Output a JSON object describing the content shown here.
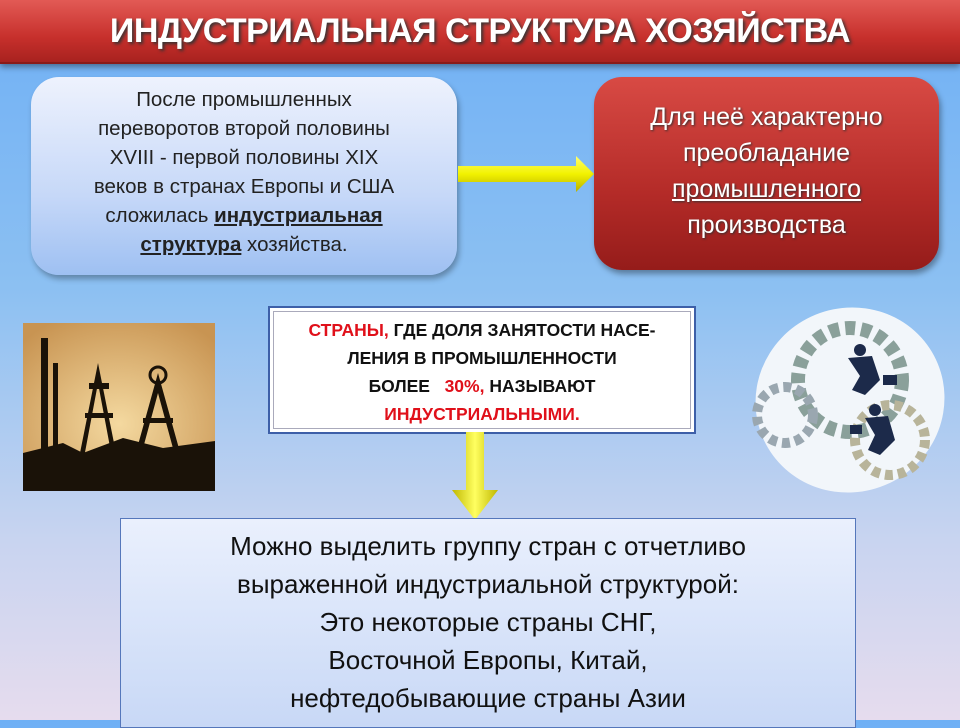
{
  "title": "ИНДУСТРИАЛЬНАЯ СТРУКТУРА ХОЗЯЙСТВА",
  "left_box": {
    "lines": [
      "После промышленных",
      "переворотов второй половины",
      "XVIII - первой половины XIX",
      "веков в странах Европы и США"
    ],
    "pre": "сложилась ",
    "bold1": "индустриальная",
    "bold2": "структура",
    "post": " хозяйства."
  },
  "right_box": {
    "line1": "Для неё характерно",
    "line2": "преобладание",
    "underlined": "промышленного",
    "line4": "производства"
  },
  "definition": {
    "red1": "СТРАНЫ,",
    "t1": " ГДЕ ДОЛЯ ЗАНЯТОСТИ НАСЕ-",
    "t2": "ЛЕНИЯ В ПРОМЫШЛЕННОСТИ",
    "t3a": "БОЛЕЕ ",
    "red2": "30%,",
    "t3b": " НАЗЫВАЮТ",
    "red3": "ИНДУСТРИАЛЬНЫМИ."
  },
  "bottom_box": {
    "lines": [
      "Можно выделить группу стран с отчетливо",
      "выраженной  индустриальной  структурой:",
      "Это  некоторые страны  СНГ,",
      "Восточной   Европы, Китай,",
      "нефтедобывающие страны Азии"
    ]
  },
  "colors": {
    "title_bg": "#c7302c",
    "accent_red": "#e0101a",
    "arrow": "#f2f200"
  }
}
